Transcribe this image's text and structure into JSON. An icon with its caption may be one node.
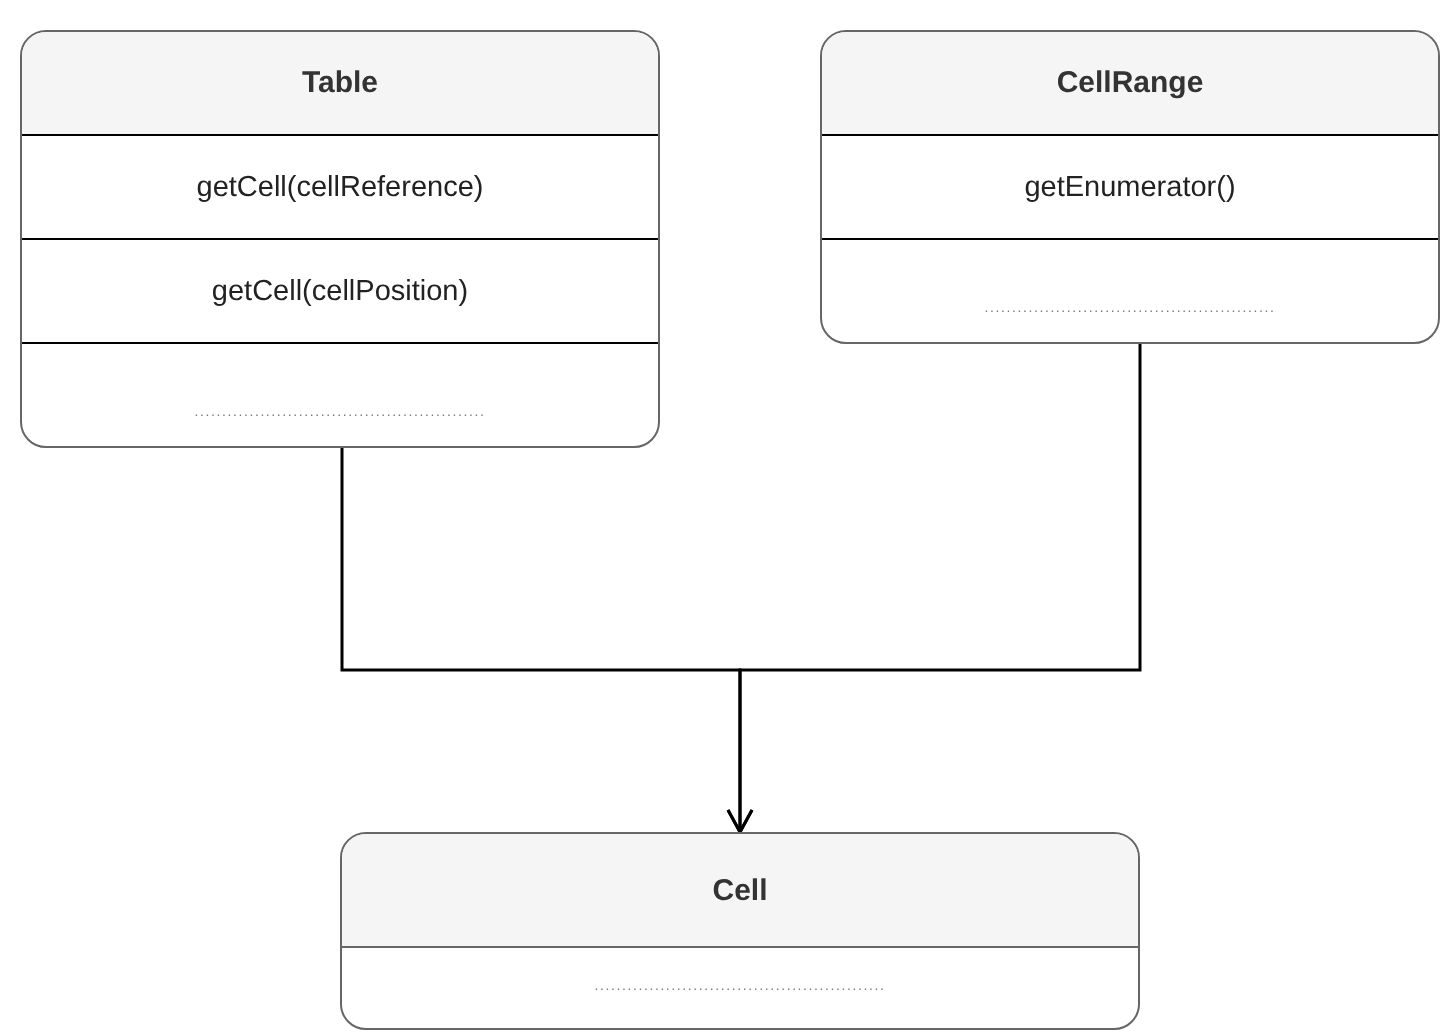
{
  "diagram": {
    "nodes": [
      {
        "text": [
          "Table",
          "getCell(cellReference)",
          "getCell(cellPosition)",
          "....................................................."
        ]
      },
      {
        "text": [
          "CellRange",
          "getEnumerator()",
          "....................................................."
        ]
      },
      {
        "text": [
          "Cell",
          "....................................................."
        ]
      }
    ],
    "edges": [
      {
        "from": 0,
        "to": 2,
        "arrow": "to"
      },
      {
        "from": 1,
        "to": 2,
        "arrow": "to"
      }
    ]
  }
}
